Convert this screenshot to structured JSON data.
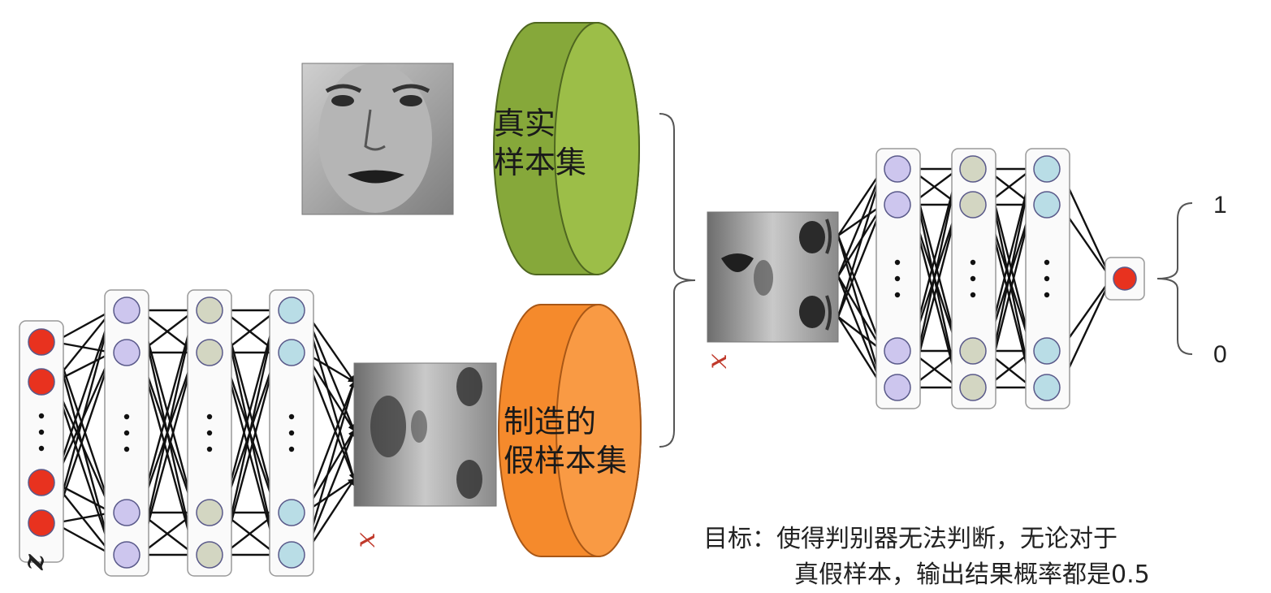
{
  "real_set_label_line1": "真实",
  "real_set_label_line2": "样本集",
  "fake_set_label_line1": "制造的",
  "fake_set_label_line2": "假样本集",
  "output_high": "1",
  "output_low": "0",
  "noise_var": "z",
  "sample_var": "x",
  "goal_line1": "目标：使得判别器无法判断，无论对于",
  "goal_line2": "真假样本，输出结果概率都是0.5",
  "colors": {
    "noise_node": "#e8321f",
    "hidden1_node": "#cdc6ee",
    "hidden2_node": "#d3d6c2",
    "hidden3_node": "#b9dde6",
    "output_node": "#e8321f",
    "real_cylinder": "#86a83a",
    "fake_cylinder": "#f58a2c"
  }
}
